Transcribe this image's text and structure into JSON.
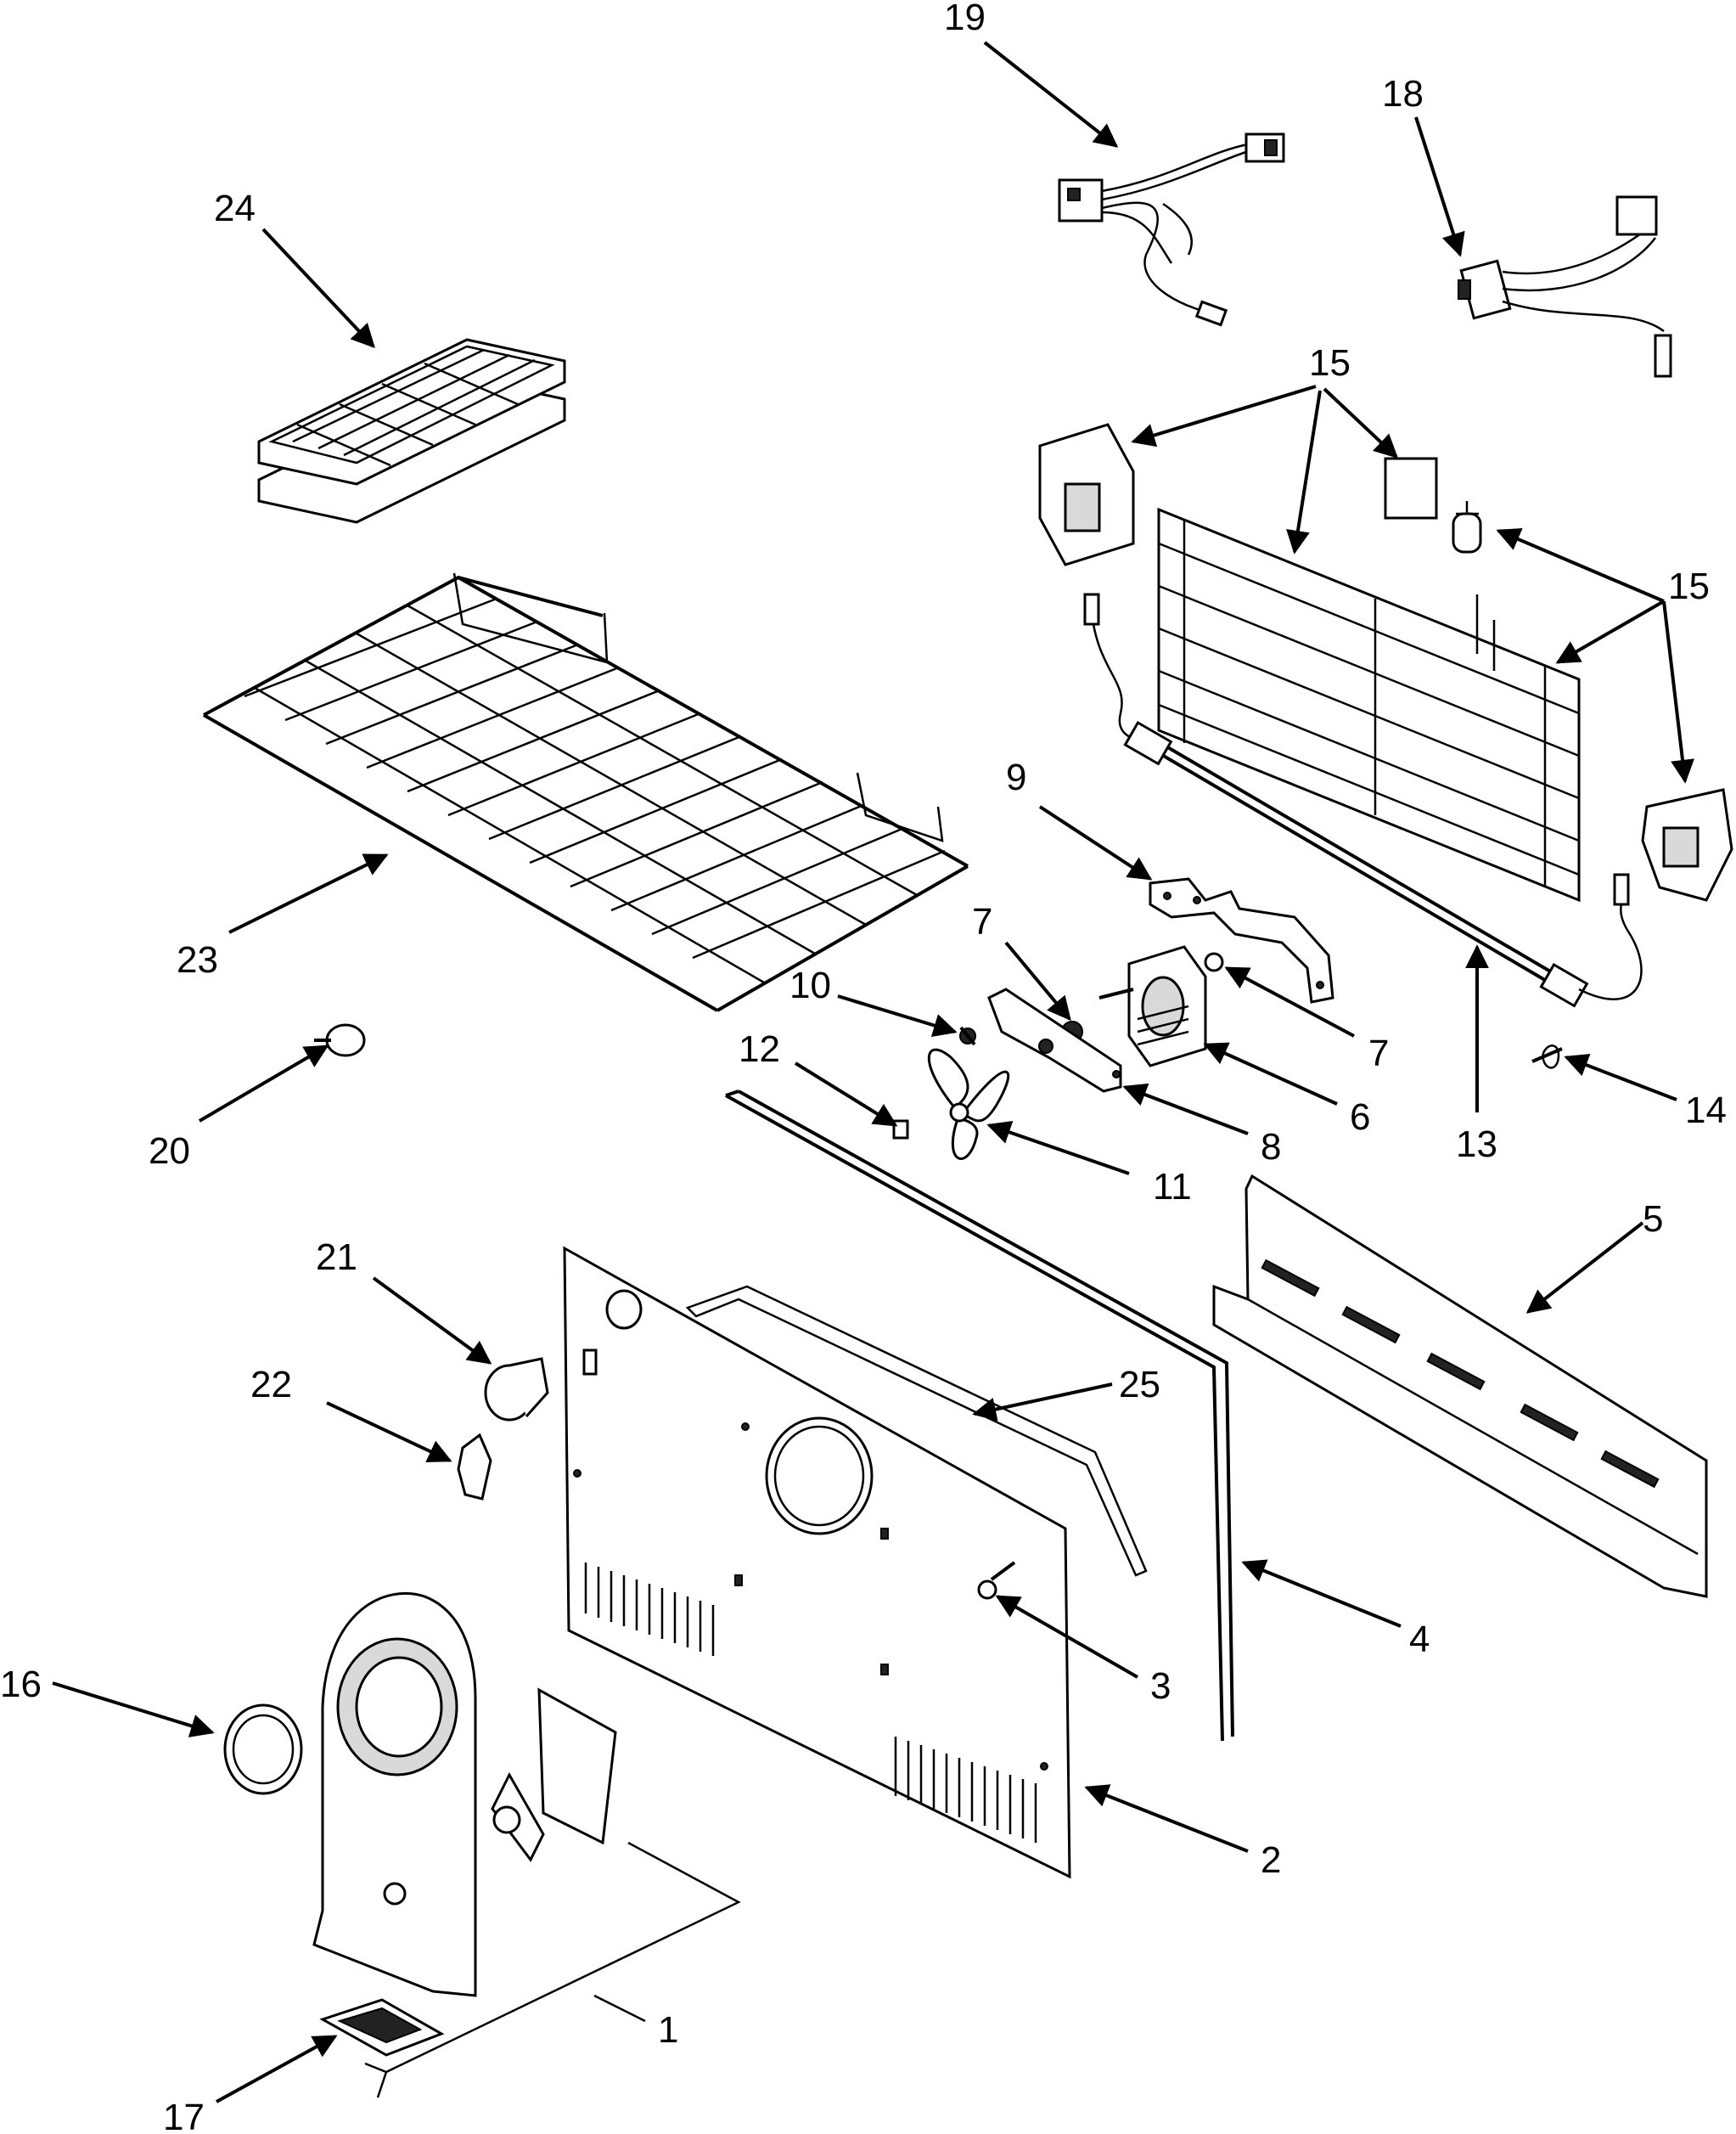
{
  "diagram": {
    "callouts": [
      {
        "key": "1",
        "label": "1"
      },
      {
        "key": "2",
        "label": "2"
      },
      {
        "key": "3",
        "label": "3"
      },
      {
        "key": "4",
        "label": "4"
      },
      {
        "key": "5",
        "label": "5"
      },
      {
        "key": "6",
        "label": "6"
      },
      {
        "key": "7a",
        "label": "7"
      },
      {
        "key": "7b",
        "label": "7"
      },
      {
        "key": "8",
        "label": "8"
      },
      {
        "key": "9",
        "label": "9"
      },
      {
        "key": "10",
        "label": "10"
      },
      {
        "key": "11",
        "label": "11"
      },
      {
        "key": "12",
        "label": "12"
      },
      {
        "key": "13",
        "label": "13"
      },
      {
        "key": "14",
        "label": "14"
      },
      {
        "key": "15a",
        "label": "15"
      },
      {
        "key": "15b",
        "label": "15"
      },
      {
        "key": "16",
        "label": "16"
      },
      {
        "key": "17",
        "label": "17"
      },
      {
        "key": "18",
        "label": "18"
      },
      {
        "key": "19",
        "label": "19"
      },
      {
        "key": "20",
        "label": "20"
      },
      {
        "key": "21",
        "label": "21"
      },
      {
        "key": "22",
        "label": "22"
      },
      {
        "key": "23",
        "label": "23"
      },
      {
        "key": "24",
        "label": "24"
      },
      {
        "key": "25",
        "label": "25"
      }
    ],
    "parts": [
      "wiring-harness",
      "defrost-thermostat",
      "evaporator-assembly",
      "ice-cube-trays",
      "freezer-wire-shelf",
      "defrost-heater",
      "evaporator-fan-bracket",
      "fan-motor",
      "motor-bracket",
      "fan-blade",
      "evaporator-cover",
      "air-duct",
      "evaporator-gasket",
      "diffuser-assembly",
      "damper-control",
      "light-lens"
    ],
    "colors": {
      "line": "#000000",
      "background": "#ffffff",
      "shade": "#d9d9d9"
    }
  }
}
